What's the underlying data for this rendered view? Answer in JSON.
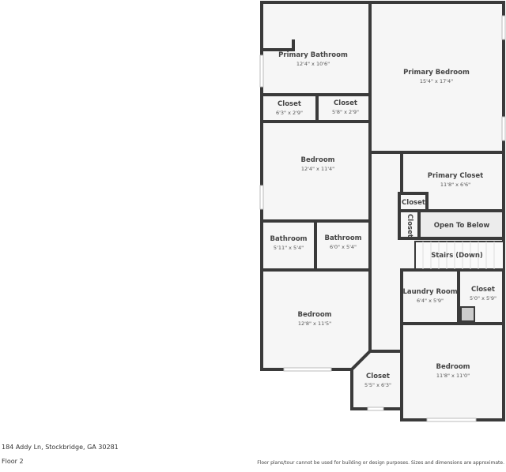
{
  "rooms": [
    {
      "name": "Primary Bathroom",
      "dims": "12'4\" x 10'6\""
    },
    {
      "name": "Primary Bedroom",
      "dims": "15'4\" x 17'4\""
    },
    {
      "name": "Closet",
      "dims": "6'3\" x 2'9\""
    },
    {
      "name": "Closet",
      "dims": "5'8\" x 2'9\""
    },
    {
      "name": "Bedroom",
      "dims": "12'4\" x 11'4\""
    },
    {
      "name": "Primary Closet",
      "dims": "11'8\" x 6'6\""
    },
    {
      "name": "Closet"
    },
    {
      "name": "Closet"
    },
    {
      "name": "Open To Below"
    },
    {
      "name": "Bathroom",
      "dims": "5'11\" x 5'4\""
    },
    {
      "name": "Bathroom",
      "dims": "6'0\" x 5'4\""
    },
    {
      "name": "Stairs (Down)"
    },
    {
      "name": "Laundry Room",
      "dims": "6'4\" x 5'9\""
    },
    {
      "name": "Closet",
      "dims": "5'0\" x 5'9\""
    },
    {
      "name": "Bedroom",
      "dims": "12'8\" x 11'5\""
    },
    {
      "name": "Closet",
      "dims": "5'5\" x 6'3\""
    },
    {
      "name": "Bedroom",
      "dims": "11'8\" x 11'0\""
    }
  ],
  "footer": {
    "address": "184 Addy Ln, Stockbridge, GA 30281",
    "floor": "Floor 2",
    "disclaimer": "Floor plans/tour cannot be used for building or design purposes. Sizes and dimensions are approximate."
  },
  "colors": {
    "wall": "#3a3a3a",
    "floor": "#f6f6f6",
    "open_to_below": "#ececec"
  }
}
